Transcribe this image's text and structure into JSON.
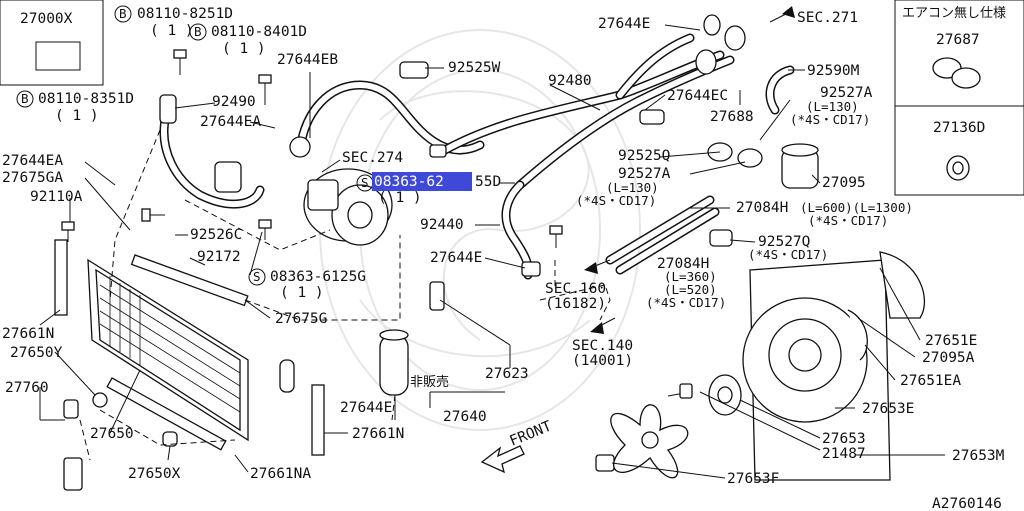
{
  "diagram_id": "A2760146",
  "kits": {
    "no_aircon_title": "エアコン無し仕様",
    "no_aircon_part_1": "27687",
    "no_aircon_part_2": "27136D",
    "kit_part": "27000X"
  },
  "labels": {
    "p27644E_top": "27644E",
    "sec271": "SEC.271",
    "p92590M": "92590M",
    "p27644EB": "27644EB",
    "p92525W": "92525W",
    "p92480": "92480",
    "p27644EC": "27644EC",
    "p27688": "27688",
    "p92527A_1": "92527A",
    "p92527A_1_sub1": "(L=130)",
    "p92527A_1_sub2": "(*4S・CD17)",
    "bolt1": "08110-8251D",
    "bolt1_qty": "( 1 )",
    "bolt2": "08110-8401D",
    "bolt2_qty": "( 1 )",
    "bolt3": "08110-8351D",
    "bolt3_qty": "( 1 )",
    "p92490": "92490",
    "p27644EA_1": "27644EA",
    "sec274": "SEC.274",
    "screw1_a": "08363-62",
    "screw1_b": "55D",
    "screw1_qty": "( 1 )",
    "p92525Q": "92525Q",
    "p92527A_2": "92527A",
    "p92527A_2_sub1": "(L=130)",
    "p92527A_2_sub2": "(*4S・CD17)",
    "p27095": "27095",
    "p27644EA_2": "27644EA",
    "p27675GA": "27675GA",
    "p92110A": "92110A",
    "p92526C": "92526C",
    "p92440": "92440",
    "p27084H_1": "27084H",
    "p27084H_1_sub1": "(L=600)(L=1300)",
    "p27084H_1_sub2": "(*4S・CD17)",
    "p92172": "92172",
    "screw2": "08363-6125G",
    "screw2_qty": "( 1 )",
    "p27644E_mid": "27644E",
    "p92527Q": "92527Q",
    "p92527Q_sub": "(*4S・CD17)",
    "p27084H_2": "27084H",
    "p27084H_2_sub1": "(L=360)",
    "p27084H_2_sub2": "(L=520)",
    "p27084H_2_sub3": "(*4S・CD17)",
    "sec160": "SEC.160",
    "sec160_sub": "(16182)",
    "p27675G": "27675G",
    "p27661N_1": "27661N",
    "p27650Y": "27650Y",
    "p27760": "27760",
    "p27650": "27650",
    "p27650X": "27650X",
    "p27661NA": "27661NA",
    "p27661N_2": "27661N",
    "p27644E_bot": "27644E",
    "not_for_sale": "非販売",
    "p27623": "27623",
    "p27640": "27640",
    "sec140": "SEC.140",
    "sec140_sub": "(14001)",
    "front": "FRONT",
    "p27651E": "27651E",
    "p27095A": "27095A",
    "p27651EA": "27651EA",
    "p27653E": "27653E",
    "p27653": "27653",
    "p21487": "21487",
    "p27653M": "27653M",
    "p27653F": "27653F",
    "bolt_mark": "B",
    "screw_mark": "S"
  }
}
